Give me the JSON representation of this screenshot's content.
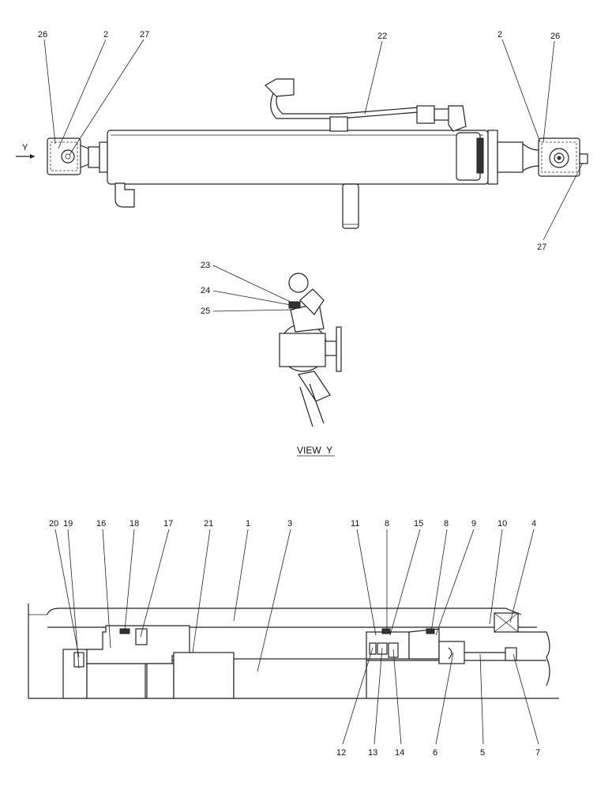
{
  "top_view": {
    "callouts": {
      "c26_left": "26",
      "c2_left": "2",
      "c27_left": "27",
      "c22": "22",
      "c2_right": "2",
      "c26_right": "26",
      "c27_right": "27"
    },
    "direction_label": "Y"
  },
  "end_view": {
    "callouts": {
      "c23": "23",
      "c24": "24",
      "c25": "25"
    },
    "caption": "VIEW  Y"
  },
  "section_view": {
    "callouts": {
      "c20": "20",
      "c19": "19",
      "c16": "16",
      "c18": "18",
      "c17": "17",
      "c21": "21",
      "c1": "1",
      "c3": "3",
      "c11": "11",
      "c8a": "8",
      "c15": "15",
      "c8b": "8",
      "c9": "9",
      "c10": "10",
      "c4": "4",
      "c12": "12",
      "c13": "13",
      "c14": "14",
      "c6": "6",
      "c5": "5",
      "c7": "7"
    }
  }
}
